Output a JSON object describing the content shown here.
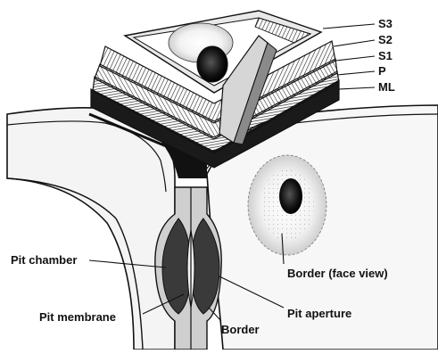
{
  "figure": {
    "labels": {
      "s3": "S3",
      "s2": "S2",
      "s1": "S1",
      "p": "P",
      "ml": "ML",
      "pit_chamber": "Pit chamber",
      "pit_membrane": "Pit membrane",
      "border": "Border",
      "pit_aperture": "Pit aperture",
      "border_face_view": "Border (face view)"
    },
    "colors": {
      "ink": "#111111",
      "paper": "#ffffff",
      "light_fill": "#e6e6e6",
      "mid_fill": "#9a9a9a",
      "dark_fill": "#2a2a2a"
    }
  }
}
